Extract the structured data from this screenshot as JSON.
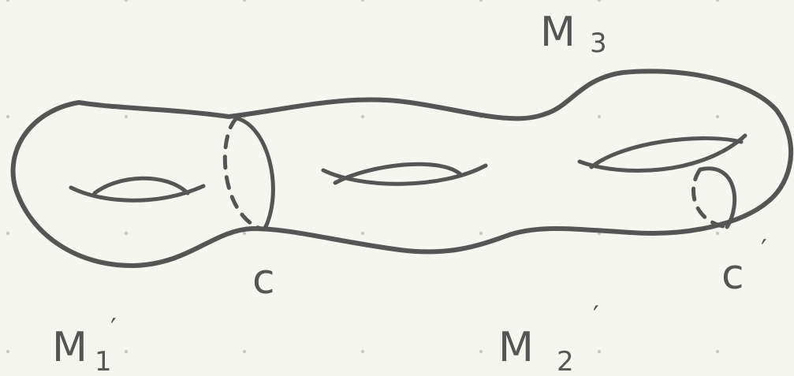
{
  "diagram": {
    "labels": {
      "m3": {
        "main": "M",
        "sub": "3"
      },
      "m1_prime": {
        "main": "M",
        "sub": "1",
        "prime": "′"
      },
      "m2_prime": {
        "main": "M",
        "sub": "2",
        "prime": "′"
      },
      "c": {
        "main": "c"
      },
      "c_prime": {
        "main": "c",
        "prime": "′"
      }
    },
    "colors": {
      "ink": "#555555",
      "paper": "#f6f6f1",
      "grid_dot": "#c8c8c4"
    }
  }
}
